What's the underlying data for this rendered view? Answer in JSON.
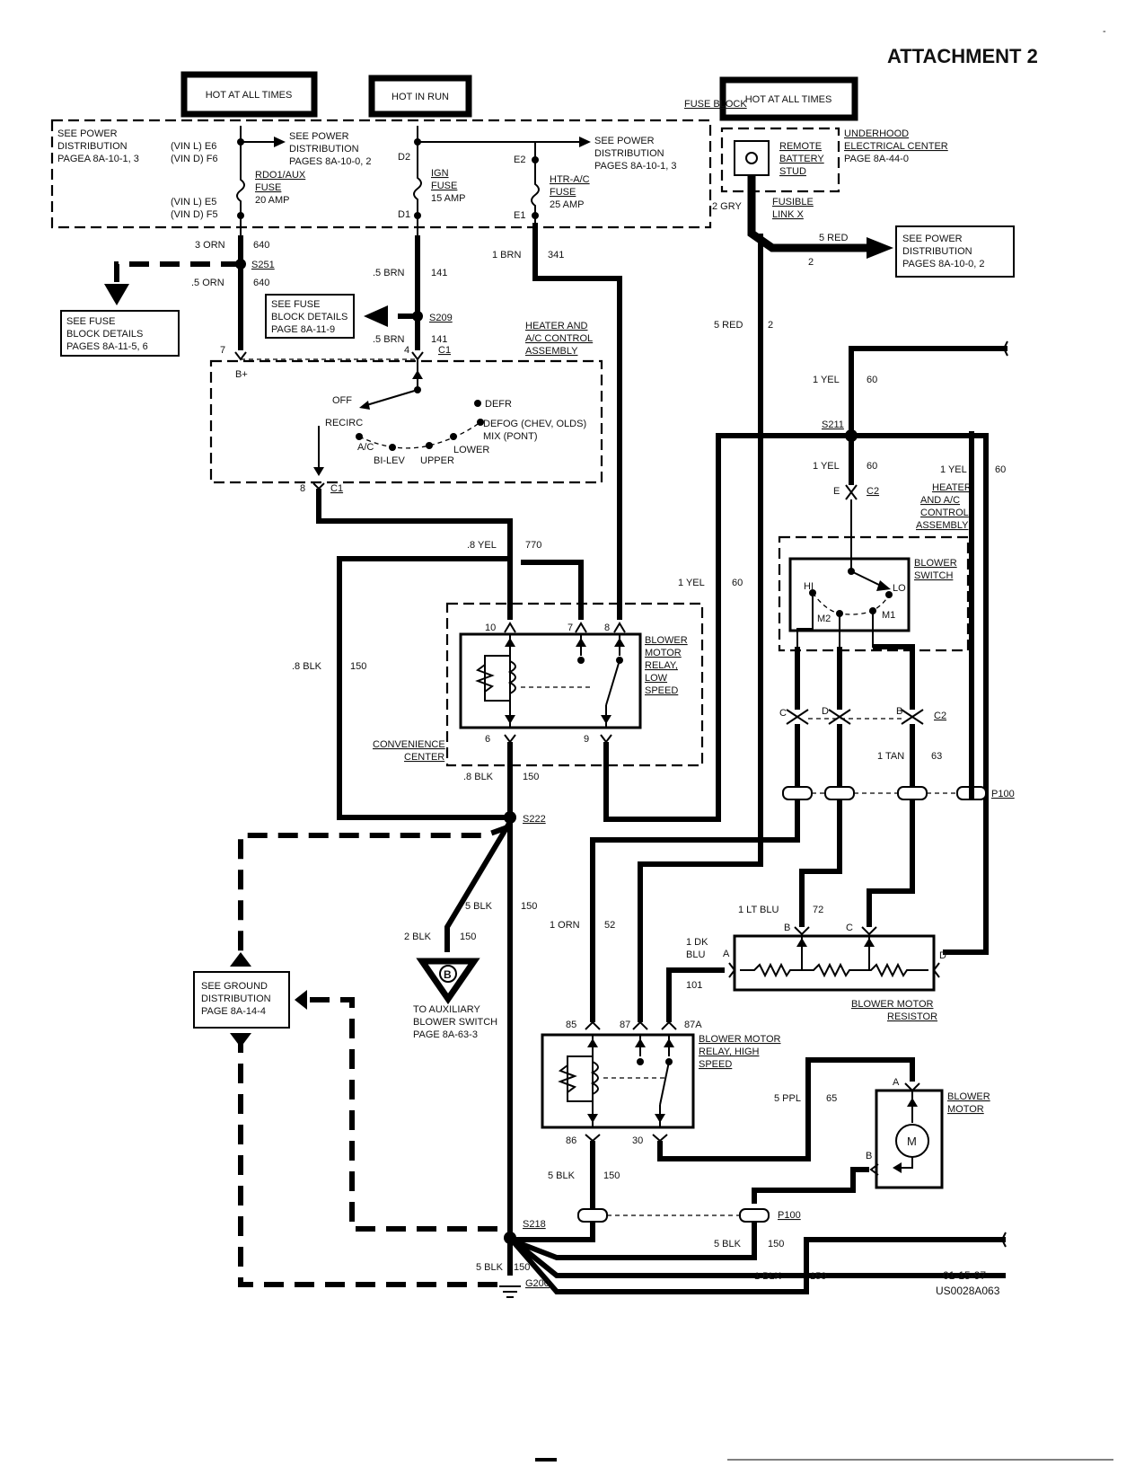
{
  "header": {
    "attachment": "ATTACHMENT 2",
    "dash": "-"
  },
  "sources": {
    "hot1": "HOT AT ALL TIMES",
    "hot2": "HOT IN RUN",
    "hot3": "HOT AT ALL TIMES",
    "fuse_block": "FUSE BLOCK"
  },
  "fuse_box": {
    "see_power_left": [
      "SEE POWER",
      "DISTRIBUTION",
      "PAGEA 8A-10-1, 3"
    ],
    "vin_top": [
      "(VIN L) E6",
      "(VIN D) F6"
    ],
    "vin_bot": [
      "(VIN L) E5",
      "(VIN D) F5"
    ],
    "see_power_mid": [
      "SEE POWER",
      "DISTRIBUTION",
      "PAGES 8A-10-0, 2"
    ],
    "see_power_right": [
      "SEE POWER",
      "DISTRIBUTION",
      "PAGES 8A-10-1, 3"
    ],
    "fuse1": [
      "RDO1/AUX",
      "FUSE",
      "20 AMP"
    ],
    "fuse2": [
      "IGN",
      "FUSE",
      "15 AMP"
    ],
    "fuse3": [
      "HTR-A/C",
      "FUSE",
      "25 AMP"
    ],
    "pins": {
      "d2": "D2",
      "d1": "D1",
      "e2": "E2",
      "e1": "E1"
    }
  },
  "underhood": {
    "title": [
      "UNDERHOOD",
      "ELECTRICAL CENTER",
      "PAGE 8A-44-0"
    ],
    "stud": [
      "REMOTE",
      "BATTERY",
      "STUD"
    ],
    "fusible": [
      "FUSIBLE",
      "LINK X"
    ],
    "wire": "2 GRY",
    "red_wire": "5 RED",
    "red_circuit": "2",
    "see_power": [
      "SEE POWER",
      "DISTRIBUTION",
      "PAGES 8A-10-0, 2"
    ]
  },
  "wires": {
    "w1": "3 ORN",
    "w1c": "640",
    "w2": ".5 ORN",
    "w2c": "640",
    "w3": ".5 BRN",
    "w3c": "141",
    "w4": ".5 BRN",
    "w4c": "141",
    "w5": "1 BRN",
    "w5c": "341",
    "w6": "5 RED",
    "w6c": "2",
    "w7": "1 YEL",
    "w7c": "60",
    "w8": "1 YEL",
    "w8c": "60",
    "w9": "1 YEL",
    "w9c": "60",
    "w10": ".8 YEL",
    "w10c": "770",
    "w11": "1 YEL",
    "w11c": "60",
    "w12": ".8 BLK",
    "w12c": "150",
    "w13": ".8 BLK",
    "w13c": "150",
    "w14": "1 TAN",
    "w14c": "63",
    "w15": "5 BLK",
    "w15c": "150",
    "w16": "2 BLK",
    "w16c": "150",
    "w17": "1 ORN",
    "w17c": "52",
    "w18": "1 LT BLU",
    "w18c": "72",
    "w19": [
      "1 DK",
      "BLU"
    ],
    "w19c": "101",
    "w20": "5 PPL",
    "w20c": "65",
    "w21": "5 BLK",
    "w21c": "150",
    "w22": "5 BLK",
    "w22c": "150",
    "w23": "1 BLK",
    "w23c": "150",
    "w24": "5 BLK",
    "w24c": "150"
  },
  "splices": {
    "s251": "S251",
    "s209": "S209",
    "s211": "S211",
    "s222": "S222",
    "s218": "S218",
    "g200": "G200",
    "p100a": "P100",
    "p100b": "P100"
  },
  "see_fuse_left": [
    "SEE FUSE",
    "BLOCK DETAILS",
    "PAGES 8A-11-5, 6"
  ],
  "see_fuse_mid": [
    "SEE FUSE",
    "BLOCK DETAILS",
    "PAGE 8A-11-9"
  ],
  "hvac_ctrl": {
    "title": [
      "HEATER AND",
      "A/C CONTROL",
      "ASSEMBLY"
    ],
    "pin7": "7",
    "pin4": "4",
    "c1a": "C1",
    "bplus": "B+",
    "off": "OFF",
    "defr": "DEFR",
    "recirc": "RECIRC",
    "defog": [
      "DEFOG (CHEV, OLDS)",
      "MIX (PONT)"
    ],
    "ac": "A/C",
    "bilev": "BI-LEV",
    "upper": "UPPER",
    "lower": "LOWER",
    "pin8": "8",
    "c1b": "C1"
  },
  "blower_switch": {
    "title": [
      "HEATER",
      "AND A/C",
      "CONTROL",
      "ASSEMBLY"
    ],
    "pin_e": "E",
    "c2": "C2",
    "sw": [
      "BLOWER",
      "SWITCH"
    ],
    "hi": "HI",
    "lo": "LO",
    "m1": "M1",
    "m2": "M2",
    "pc": "C",
    "pd": "D",
    "pb": "B",
    "c2b": "C2"
  },
  "relay_low": {
    "title": [
      "BLOWER",
      "MOTOR",
      "RELAY,",
      "LOW",
      "SPEED"
    ],
    "p10": "10",
    "p7": "7",
    "p8": "8",
    "p6": "6",
    "p9": "9",
    "conv": [
      "CONVENIENCE",
      "CENTER"
    ]
  },
  "resistor": {
    "title": [
      "BLOWER MOTOR",
      "RESISTOR"
    ],
    "pa": "A",
    "pb": "B",
    "pc": "C",
    "pd": "D"
  },
  "relay_high": {
    "title": [
      "BLOWER MOTOR",
      "RELAY, HIGH",
      "SPEED"
    ],
    "p85": "85",
    "p87": "87",
    "p87a": "87A",
    "p86": "86",
    "p30": "30"
  },
  "motor": {
    "title": [
      "BLOWER",
      "MOTOR"
    ],
    "pa": "A",
    "pb": "B",
    "m": "M"
  },
  "ground_box": [
    "SEE GROUND",
    "DISTRIBUTION",
    "PAGE 8A-14-4"
  ],
  "aux": {
    "letter": "B",
    "text": [
      "TO AUXILIARY",
      "BLOWER SWITCH",
      "PAGE 8A-63-3"
    ]
  },
  "footer": {
    "date": "01-15-97",
    "code": "US0028A063"
  }
}
